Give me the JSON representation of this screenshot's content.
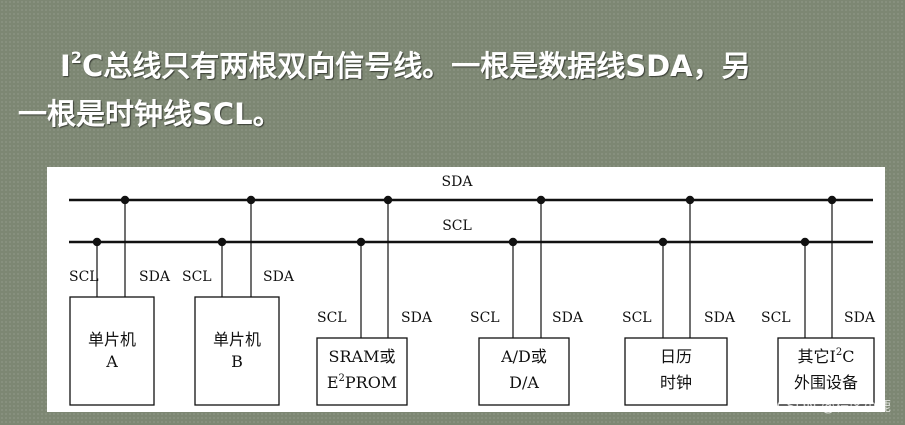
{
  "heading": {
    "line1_prefix": "I",
    "line1_sup": "2",
    "line1_rest": "C总线只有两根双向信号线。一根是数据线SDA，另",
    "line2": "一根是时钟线SCL。"
  },
  "diagram": {
    "bus_sda_label": "SDA",
    "bus_scl_label": "SCL",
    "devices": [
      {
        "scl": "SCL",
        "sda": "SDA",
        "line1": "单片机",
        "line2": "A"
      },
      {
        "scl": "SCL",
        "sda": "SDA",
        "line1": "单片机",
        "line2": "B"
      },
      {
        "scl": "SCL",
        "sda": "SDA",
        "line1": "SRAM或",
        "line2_prefix": "E",
        "line2_sup": "2",
        "line2_rest": "PROM"
      },
      {
        "scl": "SCL",
        "sda": "SDA",
        "line1": "A/D或",
        "line2": "D/A"
      },
      {
        "scl": "SCL",
        "sda": "SDA",
        "line1": "日历",
        "line2": "时钟"
      },
      {
        "scl": "SCL",
        "sda": "SDA",
        "line1_prefix": "其它I",
        "line1_sup": "2",
        "line1_rest": "C",
        "line2": "外围设备"
      }
    ]
  },
  "watermark": "CSDN @程序小鹿"
}
